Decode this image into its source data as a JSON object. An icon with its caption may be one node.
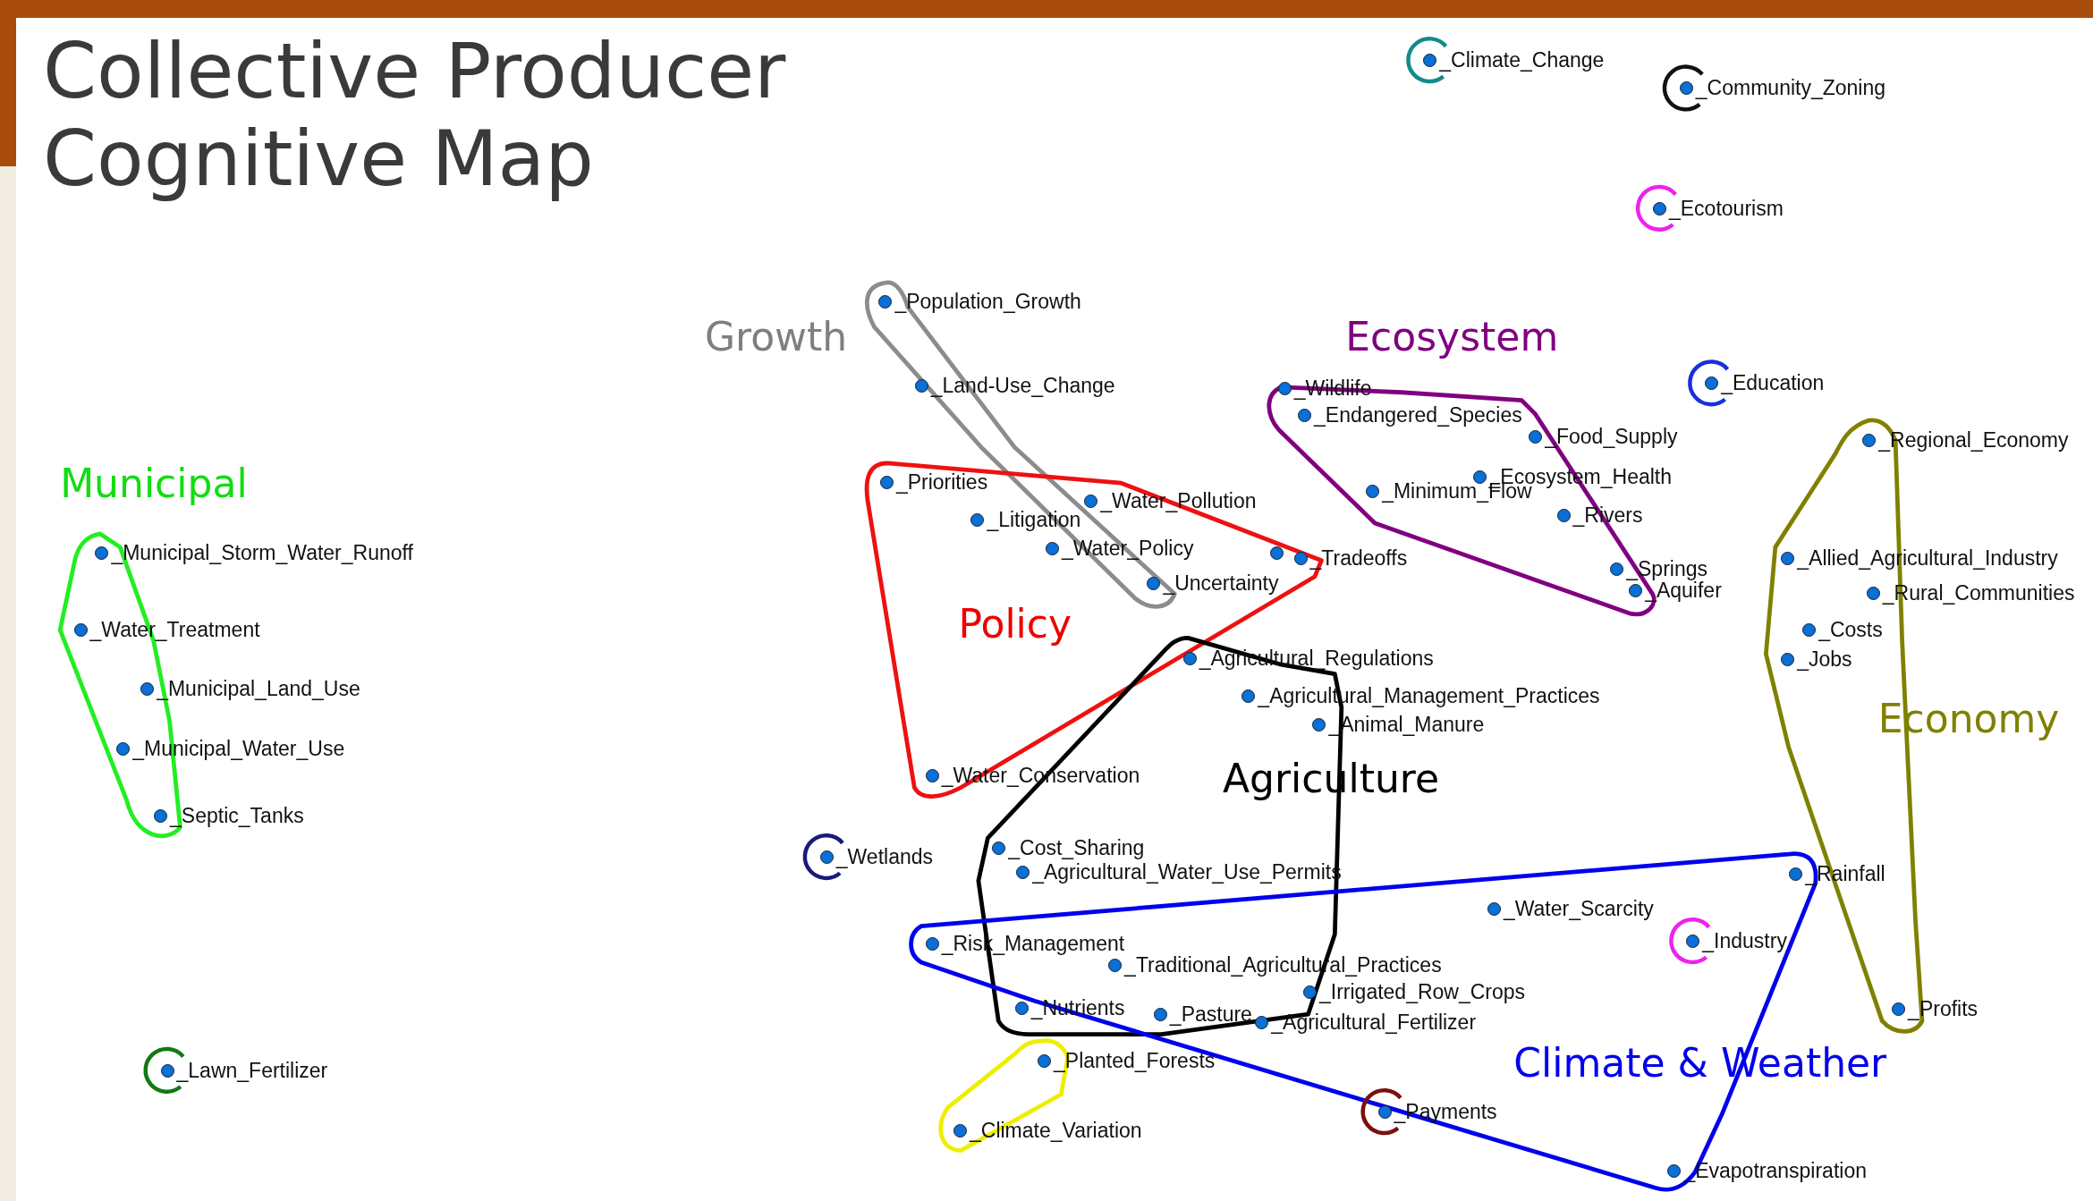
{
  "diagram": {
    "title": "Collective Producer Cognitive Map",
    "nodes": [
      {
        "text": [
          "_Climate_Change"
        ]
      },
      {
        "text": [
          "_Community_Zoning"
        ]
      },
      {
        "text": [
          "_Ecotourism"
        ]
      },
      {
        "text": [
          "_Population_Growth"
        ]
      },
      {
        "text": [
          "_Land-Use_Change"
        ]
      },
      {
        "text": [
          "_Education"
        ]
      },
      {
        "text": [
          "_Wildlife"
        ]
      },
      {
        "text": [
          "_Endangered_Species"
        ]
      },
      {
        "text": [
          "_Food_Supply"
        ]
      },
      {
        "text": [
          "_Regional_Economy"
        ]
      },
      {
        "text": [
          "_Priorities"
        ]
      },
      {
        "text": [
          "_Ecosystem_Health"
        ]
      },
      {
        "text": [
          "_Minimum_Flow"
        ]
      },
      {
        "text": [
          "_Water_Pollution"
        ]
      },
      {
        "text": [
          "_Litigation"
        ]
      },
      {
        "text": [
          "_Rivers"
        ]
      },
      {
        "text": [
          "_Municipal_Storm_Water_Runoff"
        ]
      },
      {
        "text": [
          "_Water_Policy"
        ]
      },
      {
        "text": [],
        "shape": "circle"
      },
      {
        "text": [
          "_Tradeoffs"
        ]
      },
      {
        "text": [
          "_Allied_Agricultural_Industry"
        ]
      },
      {
        "text": [
          "_Springs"
        ]
      },
      {
        "text": [
          "_Aquifer"
        ]
      },
      {
        "text": [
          "_Uncertainty"
        ]
      },
      {
        "text": [
          "_Rural_Communities"
        ]
      },
      {
        "text": [
          "_Water_Treatment"
        ]
      },
      {
        "text": [
          "_Costs"
        ]
      },
      {
        "text": [
          "_Jobs"
        ]
      },
      {
        "text": [
          "_Agricultural_Regulations"
        ]
      },
      {
        "text": [
          "_Municipal_Land_Use"
        ]
      },
      {
        "text": [
          "_Agricultural_Management_Practices"
        ]
      },
      {
        "text": [
          "_Animal_Manure"
        ]
      },
      {
        "text": [
          "_Municipal_Water_Use"
        ]
      },
      {
        "text": [
          "_Water_Conservation"
        ]
      },
      {
        "text": [
          "_Septic_Tanks"
        ]
      },
      {
        "text": [
          "_Cost_Sharing"
        ]
      },
      {
        "text": [
          "_Wetlands"
        ]
      },
      {
        "text": [
          "_Agricultural_Water_Use_Permits"
        ]
      },
      {
        "text": [
          "_Rainfall"
        ]
      },
      {
        "text": [
          "_Water_Scarcity"
        ]
      },
      {
        "text": [
          "_Industry"
        ]
      },
      {
        "text": [
          "_Risk_Management"
        ]
      },
      {
        "text": [
          "_Traditional_Agricultural_Practices"
        ]
      },
      {
        "text": [
          "_Irrigated_Row_Crops"
        ]
      },
      {
        "text": [
          "_Nutrients"
        ]
      },
      {
        "text": [
          "_Pasture"
        ]
      },
      {
        "text": [
          "_Agricultural_Fertilizer"
        ]
      },
      {
        "text": [
          "_Profits"
        ]
      },
      {
        "text": [
          "_Planted_Forests"
        ]
      },
      {
        "text": [
          "_Lawn_Fertilizer"
        ]
      },
      {
        "text": [
          "_Payments"
        ]
      },
      {
        "text": [
          "_Climate_Variation"
        ]
      },
      {
        "text": [
          "_Evapotranspiration"
        ]
      }
    ],
    "labels": [
      "Growth",
      "Ecosystem",
      "Municipal",
      "Policy",
      "Agriculture",
      "Economy",
      "Climate & Weather"
    ]
  }
}
